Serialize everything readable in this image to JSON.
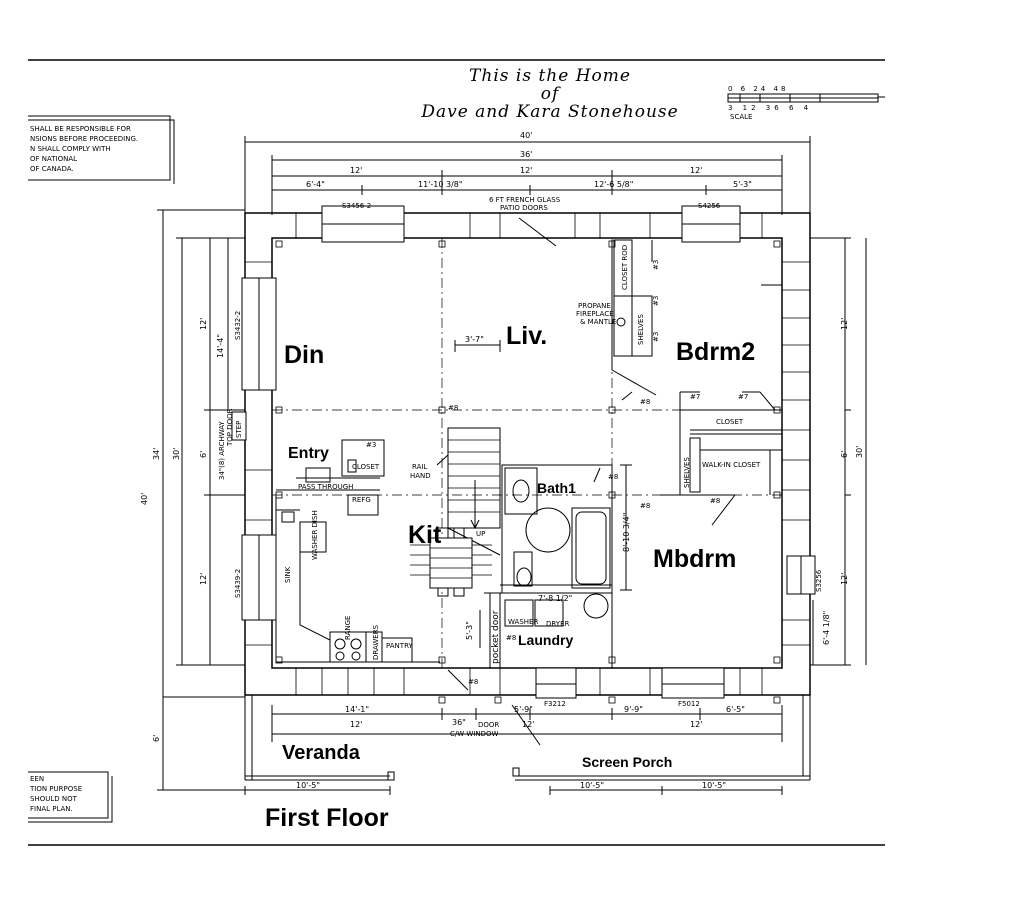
{
  "title": {
    "line1": "This is the Home",
    "line2": "of",
    "line3": "Dave and Kara Stonehouse"
  },
  "scale": {
    "ticks_top": "0 6 24 48",
    "ticks_bottom": "3 12 36 6 4",
    "label": "SCALE"
  },
  "notes": {
    "top_left": [
      "SHALL BE RESPONSIBLE FOR",
      "NSIONS BEFORE PROCEEDING.",
      "N SHALL COMPLY WITH",
      "OF NATIONAL",
      "OF CANADA."
    ],
    "bottom_left": [
      "EEN",
      "TION PURPOSE",
      "SHOULD NOT",
      "FINAL PLAN."
    ]
  },
  "rooms": {
    "din": "Din",
    "liv": "Liv.",
    "bdrm2": "Bdrm2",
    "entry": "Entry",
    "kit": "Kit",
    "bath1": "Bath1",
    "mbdrm": "Mbdrm",
    "laundry": "Laundry",
    "veranda": "Veranda",
    "screen_porch": "Screen Porch"
  },
  "floor_label": "First Floor",
  "labels": {
    "patio_doors_1": "6 FT FRENCH GLASS",
    "patio_doors_2": "PATIO DOORS",
    "window_top_left": "S3456-2",
    "window_top_right": "S4256",
    "window_left_upper": "S3432-2",
    "window_left_lower": "S3439-2",
    "window_right": "S3256",
    "window_bottom_1": "F3212",
    "window_bottom_2": "F5012",
    "closet_rod": "CLOSET ROD",
    "propane_1": "PROPANE",
    "propane_2": "FIREPLACE",
    "propane_3": "& MANTLE",
    "shelves_1": "SHELVES",
    "shelves_2": "SHELVES",
    "closet_1": "CLOSET",
    "closet_2": "CLOSET",
    "walk_in": "WALK-IN CLOSET",
    "pass_through": "PASS THROUGH",
    "refg": "REFG",
    "rail_1": "RAIL",
    "rail_2": "HAND",
    "up": "UP",
    "washer_dish": "WASHER DISH",
    "sink": "SINK",
    "range": "RANGE",
    "drawers": "DRAWERS",
    "pantry": "PANTRY",
    "pocket_door": "pocket door",
    "washer": "WASHER",
    "dryer": "DRYER",
    "archway": "34\"(8) ARCHWAY",
    "top_door": "TOP DOOR",
    "step": "STEP",
    "door": "DOOR",
    "cw_window": "C/W WINDOW",
    "tag3a": "#3",
    "tag3b": "#3",
    "tag3c": "#3",
    "tag3d": "#3",
    "tag7a": "#7",
    "tag7b": "#7",
    "tag8a": "#8",
    "tag8b": "#8",
    "tag8c": "#8",
    "tag8d": "#8",
    "tag8e": "#8",
    "tag8f": "#8",
    "tag8g": "#8"
  },
  "dimensions": {
    "overall_top": "40'",
    "second_top": "36'",
    "top_12a": "12'",
    "top_12b": "12'",
    "top_12c": "12'",
    "seg_1": "6'-4\"",
    "seg_2": "11'-10 3/8\"",
    "seg_3": "12'-6 5/8\"",
    "seg_4": "5'-3\"",
    "liv_inner": "3'-7\"",
    "bath_vert": "8'-10 3/4\"",
    "laundry_h": "7'-8 1/2\"",
    "laundry_v": "5'-3\"",
    "right_v": "6'-4 1/8\"",
    "bottom_14": "14'-1\"",
    "bottom_36": "36\"",
    "bottom_59": "5'-9\"",
    "bottom_99": "9'-9\"",
    "bottom_65": "6'-5\"",
    "bottom_12a": "12'",
    "bottom_12b": "12'",
    "bottom_12c": "12'",
    "porch_105a": "10'-5\"",
    "porch_105b": "10'-5\"",
    "porch_105c": "10'-5\"",
    "left_40": "40'",
    "left_34": "34'",
    "left_30": "30'",
    "left_144": "14'-4\"",
    "left_12a": "12'",
    "left_6": "6'",
    "left_12b": "12'",
    "left_6b": "6'",
    "right_12a": "12'",
    "right_6": "6'",
    "right_30": "30'",
    "right_12b": "12'"
  }
}
